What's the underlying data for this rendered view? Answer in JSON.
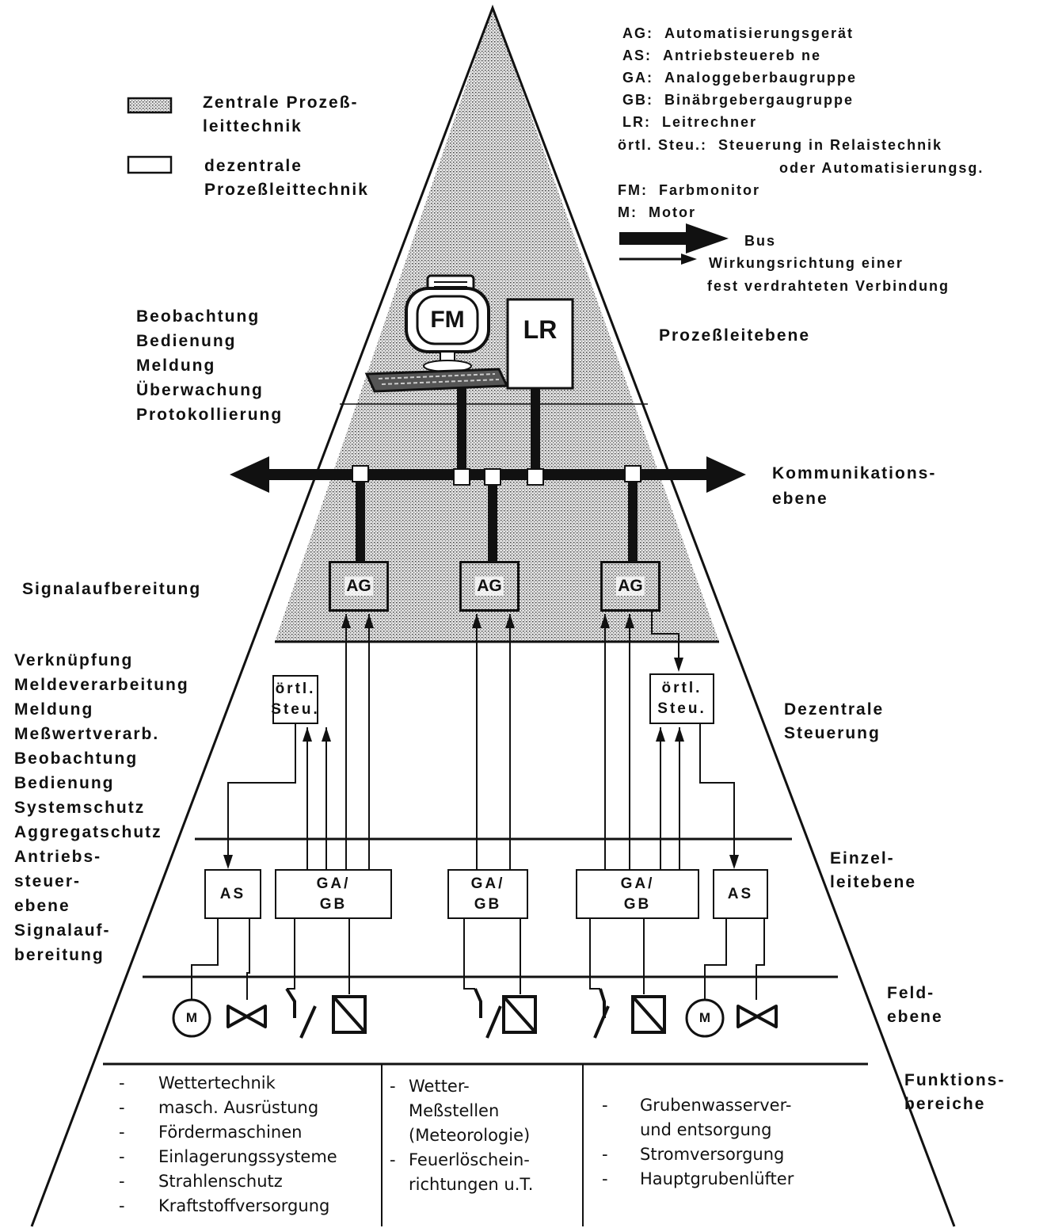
{
  "legend_patterns": {
    "shaded_label_1": "Zentrale Prozeß-",
    "shaded_label_2": "leittechnik",
    "plain_label_1": "dezentrale",
    "plain_label_2": "Prozeßleittechnik"
  },
  "abbreviations": [
    {
      "key": "AG:",
      "text": "Automatisierungsgerät"
    },
    {
      "key": "AS:",
      "text": "Antriebsteuereb ne"
    },
    {
      "key": "GA:",
      "text": "Analoggeberbaugruppe"
    },
    {
      "key": "GB:",
      "text": "Binäbrgebergaugruppe"
    },
    {
      "key": "LR:",
      "text": "Leitrechner"
    },
    {
      "key": "örtl. Steu.:",
      "text": "Steuerung in Relaistechnik"
    },
    {
      "key": "",
      "text": "oder Automatisierungsg."
    },
    {
      "key": "FM:",
      "text": "Farbmonitor"
    },
    {
      "key": "M:",
      "text": "Motor"
    }
  ],
  "arrow_legend": {
    "bus": "Bus",
    "wire_1": "Wirkungsrichtung einer",
    "wire_2": "fest verdrahteten Verbindung"
  },
  "left_labels": {
    "top": [
      "Beobachtung",
      "Bedienung",
      "Meldung",
      "Überwachung",
      "Protokollierung"
    ],
    "signal": "Signalaufbereitung",
    "middle": [
      "Verknüpfung",
      "Meldeverarbeitung",
      "Meldung",
      "Meßwertverarb.",
      "Beobachtung",
      "Bedienung",
      "Systemschutz",
      "Aggregatschutz"
    ],
    "lower": [
      "Antriebs-",
      "steuer-",
      "ebene",
      "Signalauf-",
      "bereitung"
    ]
  },
  "right_labels": {
    "prozess": "Prozeßleitebene",
    "komm_1": "Kommunikations-",
    "komm_2": "ebene",
    "dez_1": "Dezentrale",
    "dez_2": "Steuerung",
    "einzel_1": "Einzel-",
    "einzel_2": "leitebene",
    "feld_1": "Feld-",
    "feld_2": "ebene",
    "funk_1": "Funktions-",
    "funk_2": "bereiche"
  },
  "devices": {
    "fm": "FM",
    "lr": "LR",
    "ag": "AG",
    "oertl_1": "örtl.",
    "oertl_2": "Steu.",
    "as": "AS",
    "gagb_1": "GA/",
    "gagb_2": "GB",
    "motor": "M"
  },
  "function_areas": {
    "col1": [
      "Wettertechnik",
      "masch. Ausrüstung",
      "Fördermaschinen",
      "Einlagerungssysteme",
      "Strahlenschutz",
      "Kraftstoffversorgung"
    ],
    "col2": [
      {
        "mark": "-",
        "text": "Wetter-"
      },
      {
        "mark": "",
        "text": "Meßstellen"
      },
      {
        "mark": "",
        "text": "(Meteorologie)"
      },
      {
        "mark": "-",
        "text": "Feuerlöschein-"
      },
      {
        "mark": "",
        "text": "richtungen u.T."
      }
    ],
    "col3": [
      {
        "mark": "-",
        "text": "Grubenwasserver-"
      },
      {
        "mark": "",
        "text": "und entsorgung"
      },
      {
        "mark": "-",
        "text": "Stromversorgung"
      },
      {
        "mark": "-",
        "text": "Hauptgrubenlüfter"
      }
    ]
  }
}
